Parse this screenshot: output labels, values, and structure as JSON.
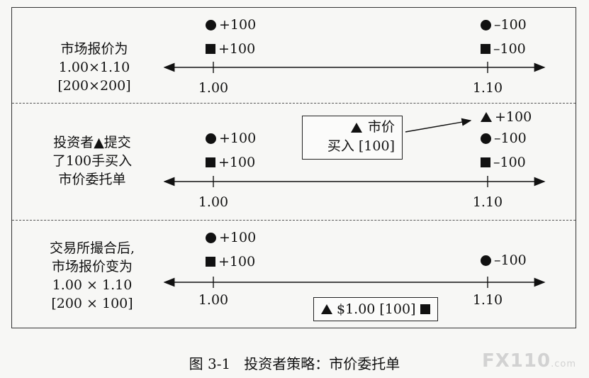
{
  "sections": [
    {
      "label_lines": [
        "市场报价为",
        "1.00×1.10",
        "[200×200]"
      ],
      "left_orders": [
        {
          "symbol": "circle-icon",
          "qty": "+100"
        },
        {
          "symbol": "square-icon",
          "qty": "+100"
        }
      ],
      "right_orders": [
        {
          "symbol": "circle-icon",
          "qty": "–100"
        },
        {
          "symbol": "square-icon",
          "qty": "–100"
        }
      ],
      "tick_left": "1.00",
      "tick_right": "1.10"
    },
    {
      "label_lines": [
        "投资者▲提交",
        "了100手买入",
        "市价委托单"
      ],
      "left_orders": [
        {
          "symbol": "circle-icon",
          "qty": "+100"
        },
        {
          "symbol": "square-icon",
          "qty": "+100"
        }
      ],
      "right_orders": [
        {
          "symbol": "triangle-icon",
          "qty": "+100"
        },
        {
          "symbol": "circle-icon",
          "qty": "–100"
        },
        {
          "symbol": "square-icon",
          "qty": "–100"
        }
      ],
      "callout": {
        "line1": "市价",
        "line2": "买入 [100]"
      },
      "tick_left": "1.00",
      "tick_right": "1.10"
    },
    {
      "label_lines": [
        "交易所撮合后,",
        "市场报价变为",
        "1.00 × 1.10",
        "[200 × 100]"
      ],
      "left_orders": [
        {
          "symbol": "circle-icon",
          "qty": "+100"
        },
        {
          "symbol": "square-icon",
          "qty": "+100"
        }
      ],
      "right_orders": [
        {
          "symbol": "circle-icon",
          "qty": "–100"
        }
      ],
      "result_box": "$1.00 [100]",
      "tick_left": "1.00",
      "tick_right": "1.10"
    }
  ],
  "caption": "图 3-1   投资者策略：市价委托单",
  "watermark": {
    "main": "FX110",
    "suffix": ".com"
  }
}
